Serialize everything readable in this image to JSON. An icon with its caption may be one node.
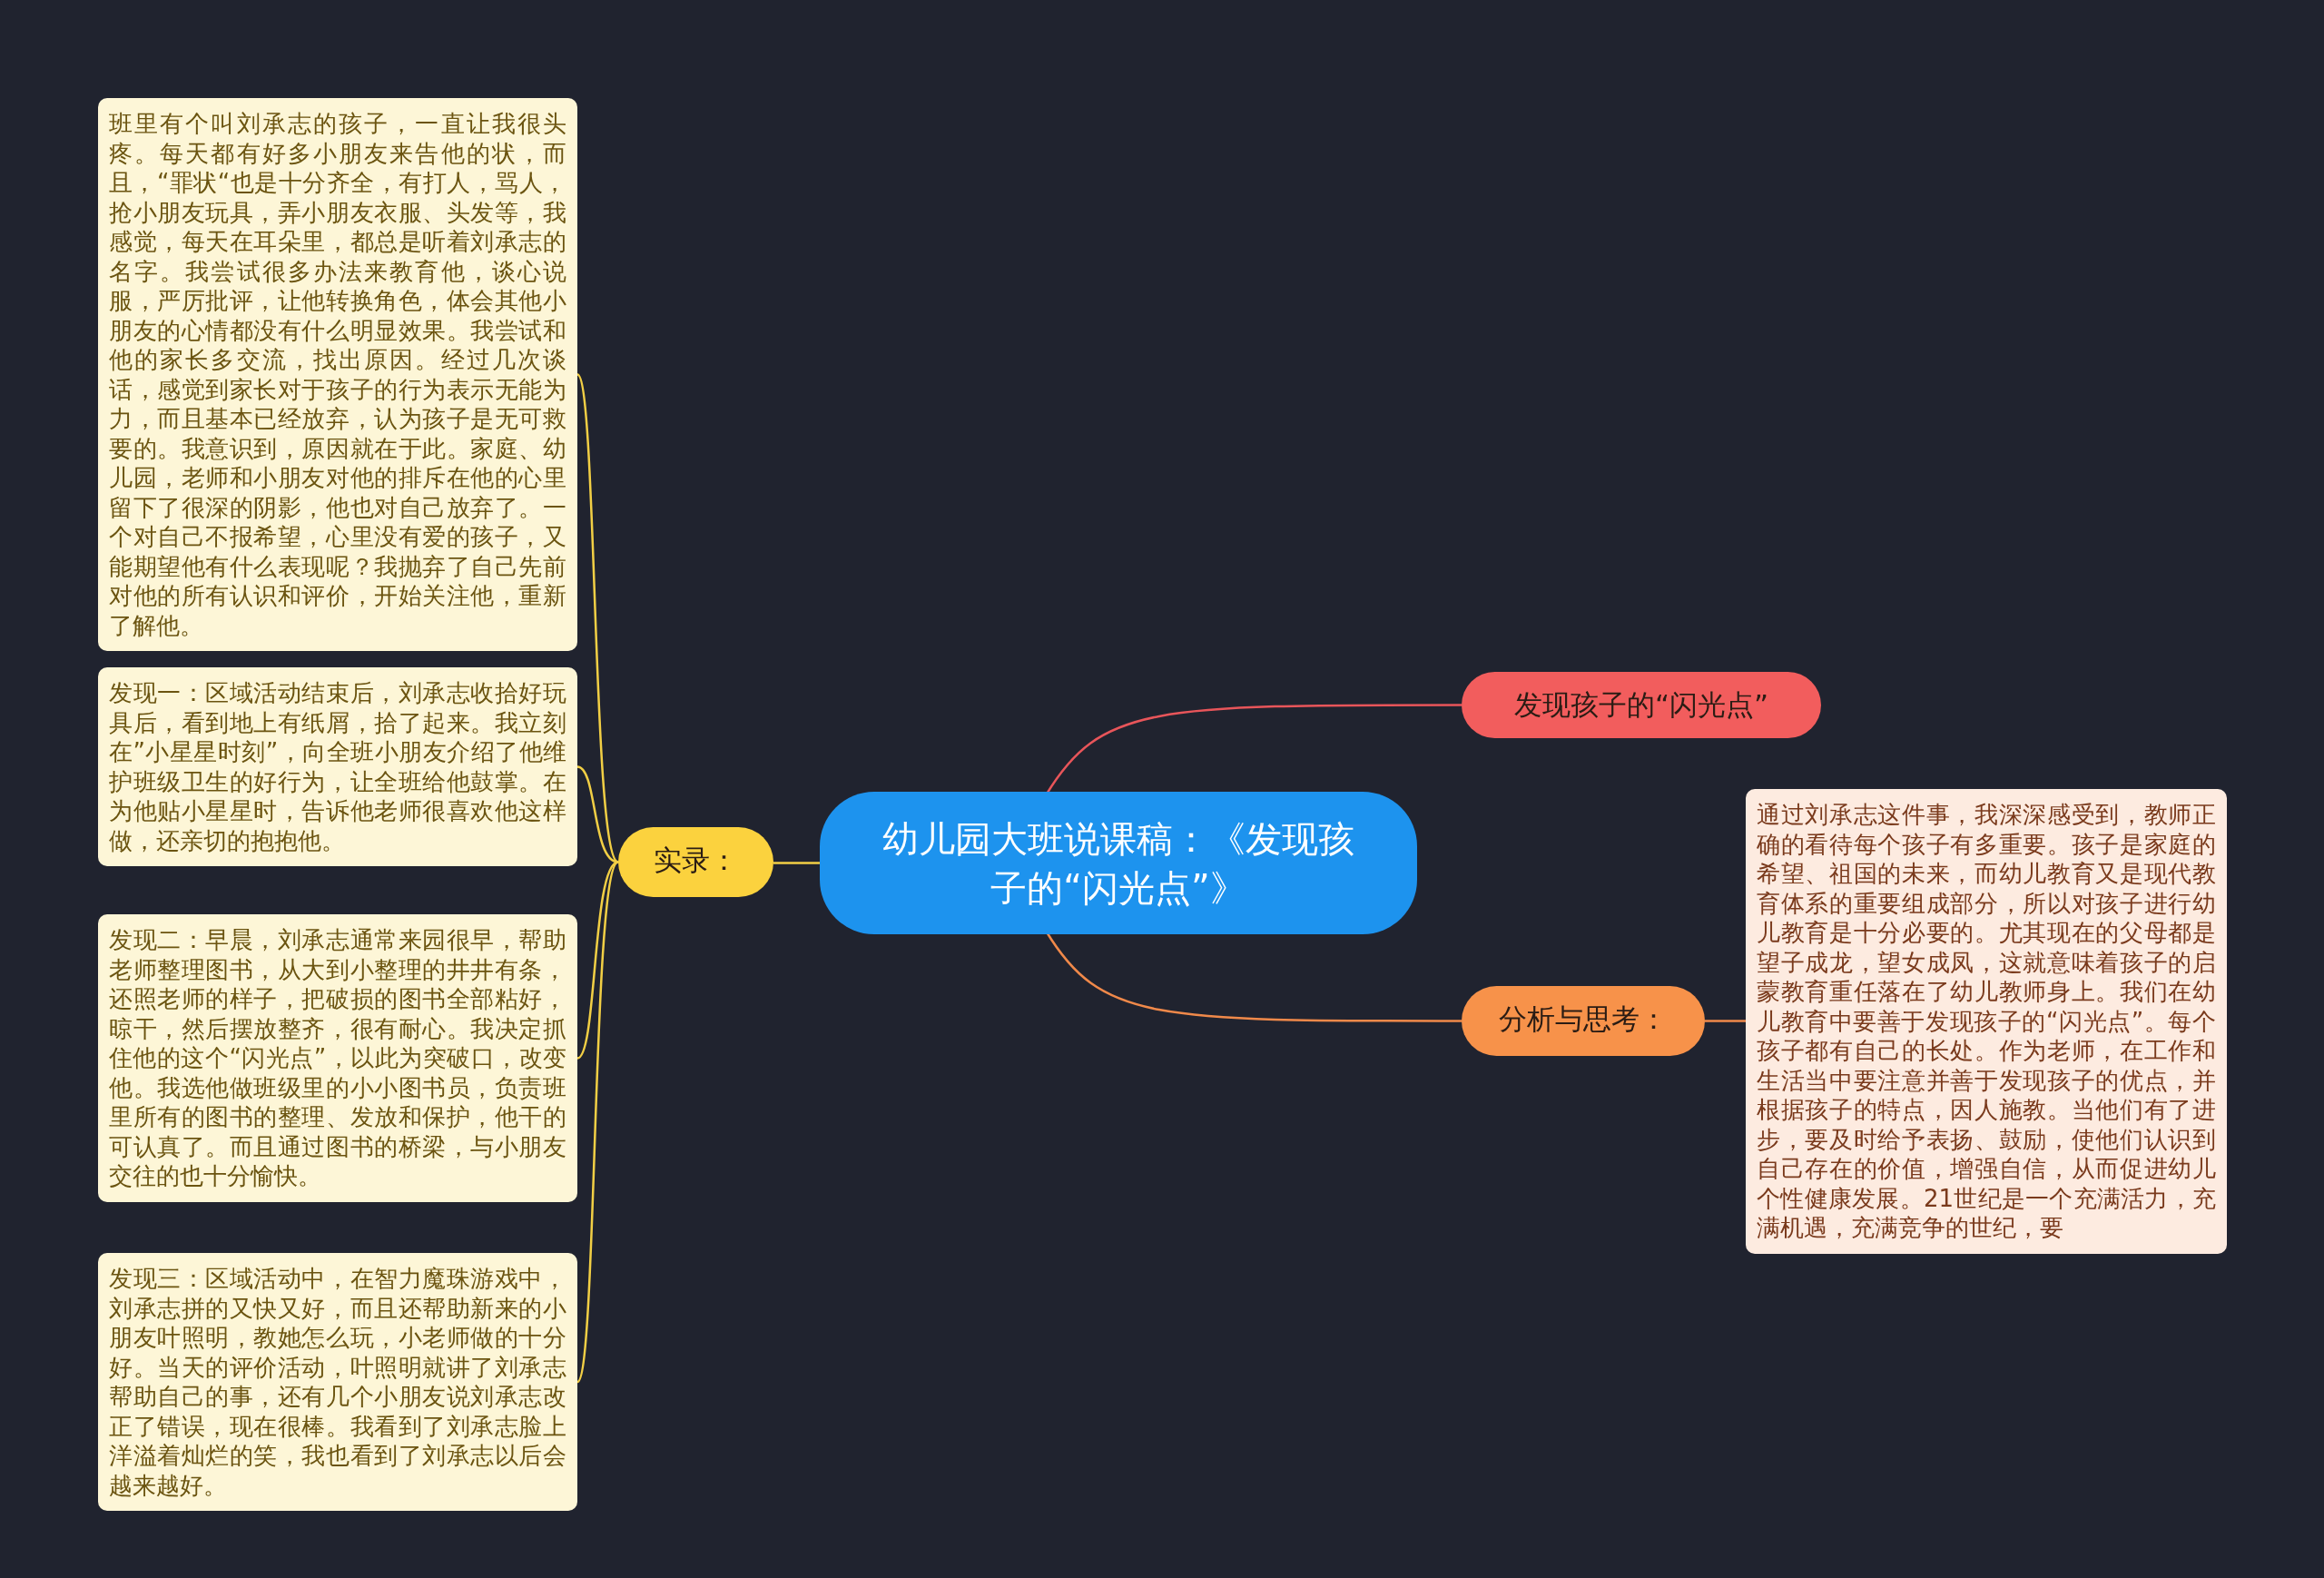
{
  "diagram": {
    "nodes": [
      {
        "text": [
          "幼儿园大班说课稿：《发现孩子的“闪光点”》"
        ]
      },
      {
        "text": [
          "发现孩子的“闪光点”"
        ]
      },
      {
        "text": [
          "实录："
        ]
      },
      {
        "text": [
          "班里有个叫刘承志的孩子，一直让我很头疼。每天都有好多小朋友来告他的状，而且，“罪状“也是十分齐全，有打人，骂人，抢小朋友玩具，弄小朋友衣服、头发等，我感觉，每天在耳朵里，都总是听着刘承志的名字。我尝试很多办法来教育他，谈心说服，严厉批评，让他转换角色，体会其他小朋友的心情都没有什么明显效果。我尝试和他的家长多交流，找出原因。经过几次谈话，感觉到家长对于孩子的行为表示无能为力，而且基本已经放弃，认为孩子是无可救要的。我意识到，原因就在于此。家庭、幼儿园，老师和小朋友对他的排斥在他的心里留下了很深的阴影，他也对自己放弃了。一个对自己不报希望，心里没有爱的孩子，又能期望他有什么表现呢？我抛弃了自己先前对他的所有认识和评价，开始关注他，重新了解他。"
        ]
      },
      {
        "text": [
          "发现一：区域活动结束后，刘承志收拾好玩具后，看到地上有纸屑，拾了起来。我立刻在”小星星时刻”，向全班小朋友介绍了他维护班级卫生的好行为，让全班给他鼓掌。在为他贴小星星时，告诉他老师很喜欢他这样做，还亲切的抱抱他。"
        ]
      },
      {
        "text": [
          "发现二：早晨，刘承志通常来园很早，帮助老师整理图书，从大到小整理的井井有条，还照老师的样子，把破损的图书全部粘好，晾干，然后摆放整齐，很有耐心。我决定抓住他的这个“闪光点”，以此为突破口，改变他。我选他做班级里的小小图书员，负责班里所有的图书的整理、发放和保护，他干的可认真了。而且通过图书的桥梁，与小朋友交往的也十分愉快。"
        ]
      },
      {
        "text": [
          "发现三：区域活动中，在智力魔珠游戏中，刘承志拼的又快又好，而且还帮助新来的小朋友叶照明，教她怎么玩，小老师做的十分好。当天的评价活动，叶照明就讲了刘承志帮助自己的事，还有几个小朋友说刘承志改正了错误，现在很棒。我看到了刘承志脸上洋溢着灿烂的笑，我也看到了刘承志以后会越来越好。"
        ]
      },
      {
        "text": [
          "分析与思考："
        ]
      },
      {
        "text": [
          "通过刘承志这件事，我深深感受到，教师正确的看待每个孩子有多重要。孩子是家庭的希望、祖国的未来，而幼儿教育又是现代教育体系的重要组成部分，所以对孩子进行幼儿教育是十分必要的。尤其现在的父母都是望子成龙，望女成凤，这就意味着孩子的启蒙教育重任落在了幼儿教师身上。我们在幼儿教育中要善于发现孩子的“闪光点”。每个孩子都有自己的长处。作为老师，在工作和生活当中要注意并善于发现孩子的优点，并根据孩子的特点，因人施教。当他们有了进步，要及时给予表扬、鼓励，使他们认识到自己存在的价值，增强自信，从而促进幼儿个性健康发展。21世纪是一个充满活力，充满机遇，充满竞争的世纪，要"
        ]
      }
    ],
    "edges": [
      {
        "from": 0,
        "to": 1,
        "arrow": "none",
        "color": "#e8555a"
      },
      {
        "from": 0,
        "to": 2,
        "arrow": "none"
      },
      {
        "from": 2,
        "to": 3,
        "arrow": "none"
      },
      {
        "from": 2,
        "to": 4,
        "arrow": "none"
      },
      {
        "from": 2,
        "to": 5,
        "arrow": "none"
      },
      {
        "from": 2,
        "to": 6,
        "arrow": "none"
      },
      {
        "from": 0,
        "to": 7,
        "arrow": "none",
        "color": "#f0894a"
      },
      {
        "from": 7,
        "to": 8,
        "arrow": "none",
        "color": "#f0894a"
      }
    ]
  }
}
